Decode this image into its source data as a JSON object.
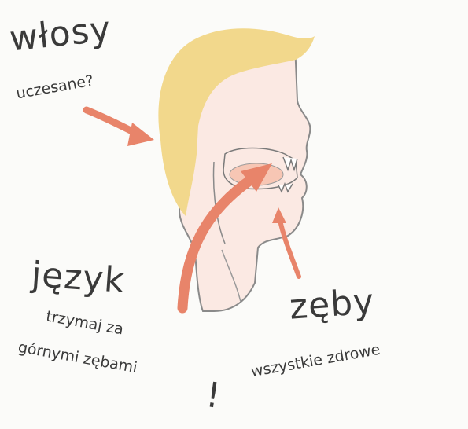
{
  "labels": {
    "hair_title": "włosy",
    "hair_note": "uczesane?",
    "tongue_title": "język",
    "tongue_note_line1": "trzymaj za",
    "tongue_note_line2": "górnymi zębami",
    "exclaim": "!",
    "teeth_title": "zęby",
    "teeth_note": "wszystkie zdrowe"
  },
  "colors": {
    "hair": "#f2d88c",
    "skin": "#fbe9e3",
    "arrow": "#e8846a",
    "outline": "#707070",
    "text": "#3a3a3a"
  }
}
